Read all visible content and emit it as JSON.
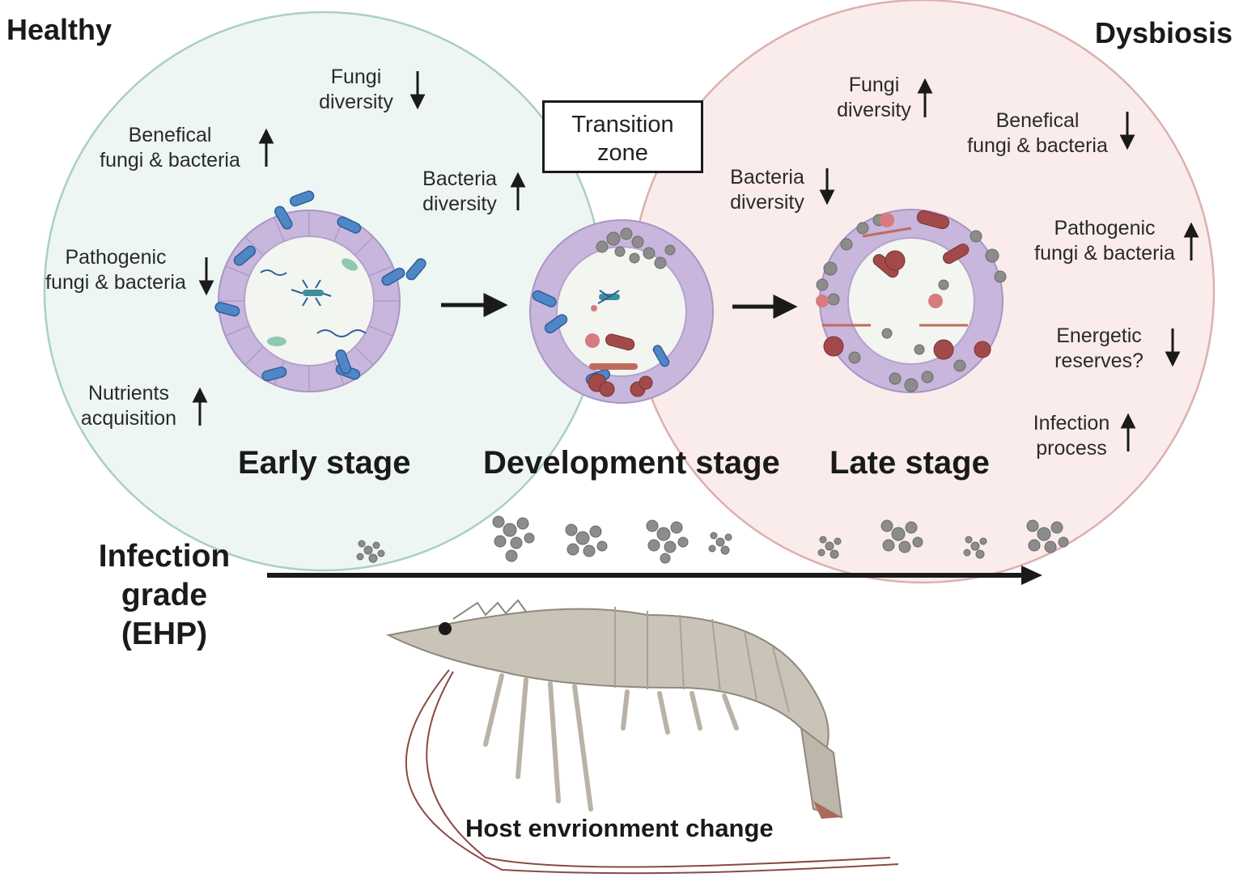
{
  "headings": {
    "healthy": "Healthy",
    "dysbiosis": "Dysbiosis"
  },
  "transition_zone": {
    "line1": "Transition",
    "line2": "zone"
  },
  "healthy_side": {
    "fungi_diversity": {
      "line1": "Fungi",
      "line2": "diversity",
      "trend": "down"
    },
    "beneficial": {
      "line1": "Benefical",
      "line2": "fungi & bacteria",
      "trend": "up"
    },
    "bacteria_diversity": {
      "line1": "Bacteria",
      "line2": "diversity",
      "trend": "up"
    },
    "pathogenic": {
      "line1": "Pathogenic",
      "line2": "fungi & bacteria",
      "trend": "down"
    },
    "nutrients": {
      "line1": "Nutrients",
      "line2": "acquisition",
      "trend": "up"
    }
  },
  "dysbiosis_side": {
    "fungi_diversity": {
      "line1": "Fungi",
      "line2": "diversity",
      "trend": "up"
    },
    "beneficial": {
      "line1": "Benefical",
      "line2": "fungi & bacteria",
      "trend": "down"
    },
    "bacteria_diversity": {
      "line1": "Bacteria",
      "line2": "diversity",
      "trend": "down"
    },
    "pathogenic": {
      "line1": "Pathogenic",
      "line2": "fungi & bacteria",
      "trend": "up"
    },
    "energetic": {
      "line1": "Energetic",
      "line2": "reserves?",
      "trend": "down"
    },
    "infection": {
      "line1": "Infection",
      "line2": "process",
      "trend": "up"
    }
  },
  "stages": [
    "Early stage",
    "Development stage",
    "Late stage"
  ],
  "infection_grade": {
    "line1": "Infection",
    "line2": "grade",
    "line3": "(EHP)"
  },
  "caption": "Host envrionment change",
  "colors": {
    "healthy_circle": "#eef6f4",
    "healthy_border": "#a9cfc6",
    "dysbiosis_circle": "#fbeaea",
    "dysbiosis_border": "#dcb0b0",
    "gut_wall": "#c8b6dc",
    "gut_lumen": "#f3f5f0",
    "beneficial_bacteria": "#4f86c6",
    "pathogen": "#a24a4a",
    "spores": "#8c8c8c",
    "shrimp": "#c9c3b8"
  }
}
